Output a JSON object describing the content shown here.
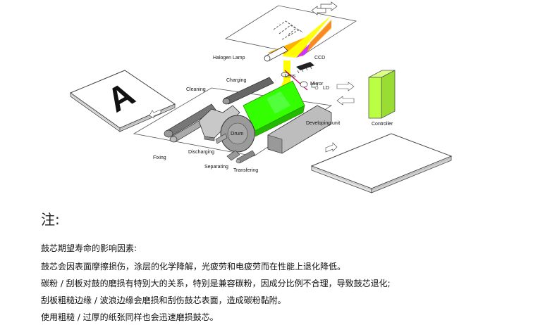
{
  "diagram": {
    "labels": {
      "halogen_lamp": "Halogen Lamp",
      "ccd": "CCD",
      "lens": "Lens",
      "mirror": "Mirror",
      "ld": "LD",
      "charging": "Charging",
      "cleaning": "Cleaning",
      "drum": "Drum",
      "developing_unit": "Developing unit",
      "controller": "Controller",
      "fixing": "Fixing",
      "discharging": "Discharging",
      "separating": "Separating",
      "transfering": "Transfering"
    },
    "original_letter": "A",
    "colors": {
      "drum": "#9a9a9a",
      "developer": "#33ff00",
      "light_beam": "#ffff00",
      "beam_orange": "#ffb000",
      "beam_magenta": "#cc33ff",
      "controller": "#bbff44",
      "laser": "#cc0066"
    }
  },
  "notes": {
    "heading": "注:",
    "lines": [
      "鼓芯期望寿命的影响因素:",
      "鼓芯会因表面摩擦损伤，涂层的化学降解，光疲劳和电疲劳而在性能上退化降低。",
      "碳粉 / 刮板对鼓的磨损有特别大的关系，特别是兼容碳粉，因成分比例不合理，导致鼓芯退化;",
      "刮板粗糙边缘 / 波浪边缘会磨损和刮伤鼓芯表面，造成碳粉黏附。",
      "使用粗糙 / 过厚的纸张同样也会迅速磨损鼓芯。"
    ]
  }
}
